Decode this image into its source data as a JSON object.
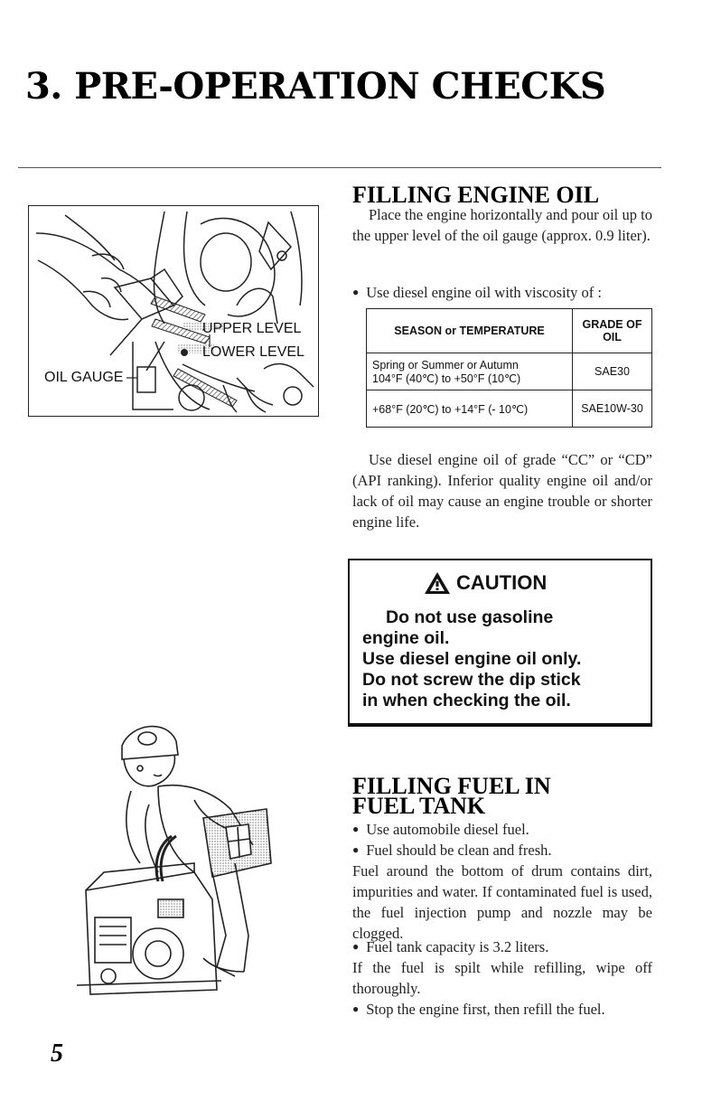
{
  "page_title": "3. PRE-OPERATION CHECKS",
  "filling_oil": {
    "heading": "FILLING ENGINE OIL",
    "intro": "Place the engine horizontally and pour oil up to the upper level of the oil gauge (approx. 0.9 liter).",
    "viscosity_bullet": "Use diesel engine oil with viscosity of :",
    "grade_note": "Use diesel engine oil of grade “CC” or “CD” (API ranking). Inferior quality engine oil and/or lack of oil may cause an engine trouble or shorter engine life."
  },
  "figure_labels": {
    "upper_level": "UPPER LEVEL",
    "lower_level": "LOWER LEVEL",
    "oil_gauge": "OIL GAUGE"
  },
  "oil_table": {
    "headers": [
      "SEASON or TEMPERATURE",
      "GRADE OF OIL"
    ],
    "rows": [
      {
        "season_line1": "Spring or Summer or Autumn",
        "season_line2": "104°F (40℃) to +50°F (10℃)",
        "grade": "SAE30"
      },
      {
        "season_line1": "+68°F (20℃) to +14°F (- 10℃)",
        "season_line2": "",
        "grade": "SAE10W-30"
      }
    ]
  },
  "caution": {
    "title": "CAUTION",
    "lines": [
      "Do not use gasoline",
      "engine oil.",
      "Use diesel engine oil only.",
      "Do not screw the dip stick",
      "in when checking the oil."
    ]
  },
  "filling_fuel": {
    "heading_line1": "FILLING FUEL IN",
    "heading_line2": "FUEL TANK",
    "bullet1": "Use automobile diesel fuel.",
    "bullet2": "Fuel should be clean and fresh.",
    "para1": "Fuel around the bottom of drum contains dirt, impurities and water. If contaminated fuel is used, the fuel injection pump and nozzle may be clogged.",
    "bullet3": "Fuel tank capacity is 3.2 liters.",
    "para2": "If the fuel is spilt while refilling, wipe off thoroughly.",
    "bullet4": "Stop the engine first, then refill the fuel."
  },
  "page_number": "5"
}
